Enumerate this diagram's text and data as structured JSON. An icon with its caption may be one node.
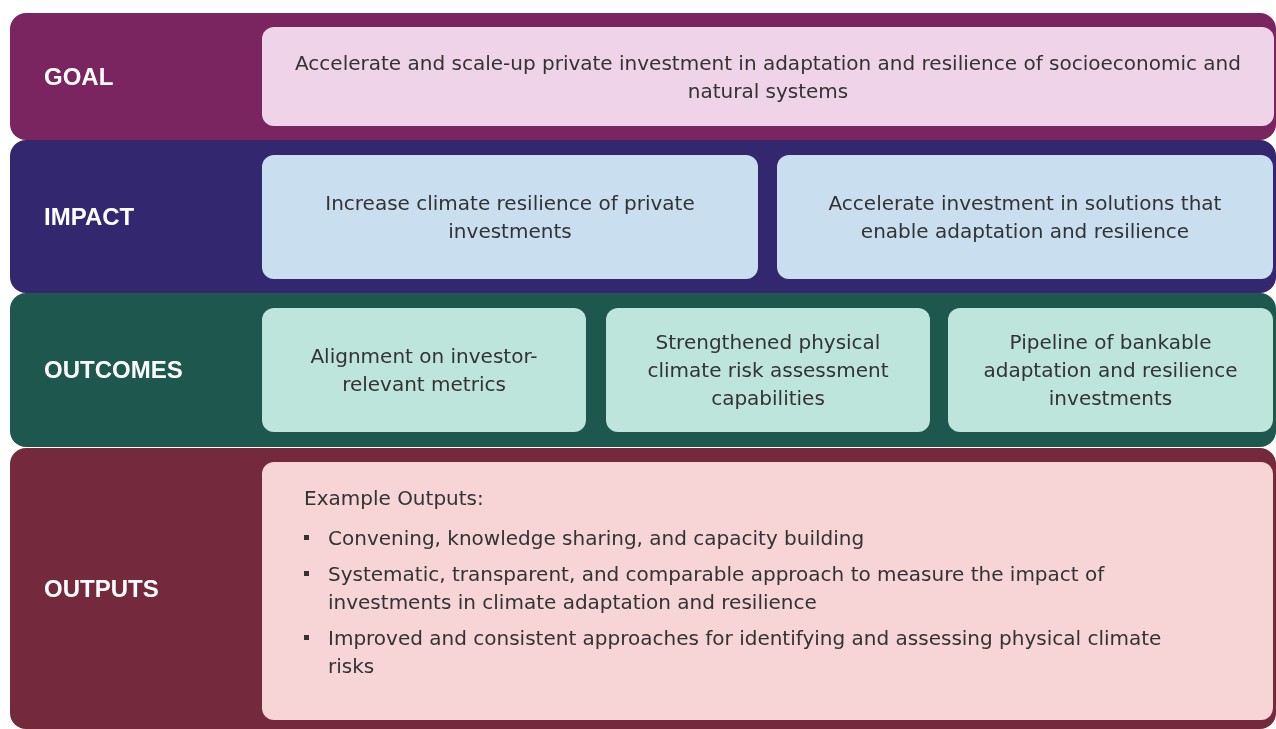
{
  "diagram": {
    "nodes": [
      {
        "text": [
          "GOAL"
        ]
      },
      {
        "text": [
          "Accelerate and scale-up private investment in adaptation and resilience of socioeconomic and natural systems"
        ],
        "in": 0
      },
      {
        "text": [
          "IMPACT"
        ]
      },
      {
        "text": [
          "Increase climate resilience of private investments"
        ],
        "in": 2
      },
      {
        "text": [
          "Accelerate investment in solutions that enable adaptation and resilience"
        ],
        "in": 2
      },
      {
        "text": [
          "OUTCOMES"
        ]
      },
      {
        "text": [
          "Alignment on investor-relevant metrics"
        ],
        "in": 5
      },
      {
        "text": [
          "Strengthened physical climate risk assessment capabilities"
        ],
        "in": 5
      },
      {
        "text": [
          "Pipeline of bankable adaptation and resilience investments"
        ],
        "in": 5
      },
      {
        "text": [
          "OUTPUTS"
        ]
      },
      {
        "text": [
          "Example Outputs:",
          "Convening, knowledge sharing, and capacity building",
          "Systematic, transparent, and comparable approach to measure the impact of investments in climate adaptation and resilience",
          "Improved and consistent approaches for identifying and assessing physical climate risks"
        ],
        "in": 9
      }
    ],
    "edges": []
  }
}
